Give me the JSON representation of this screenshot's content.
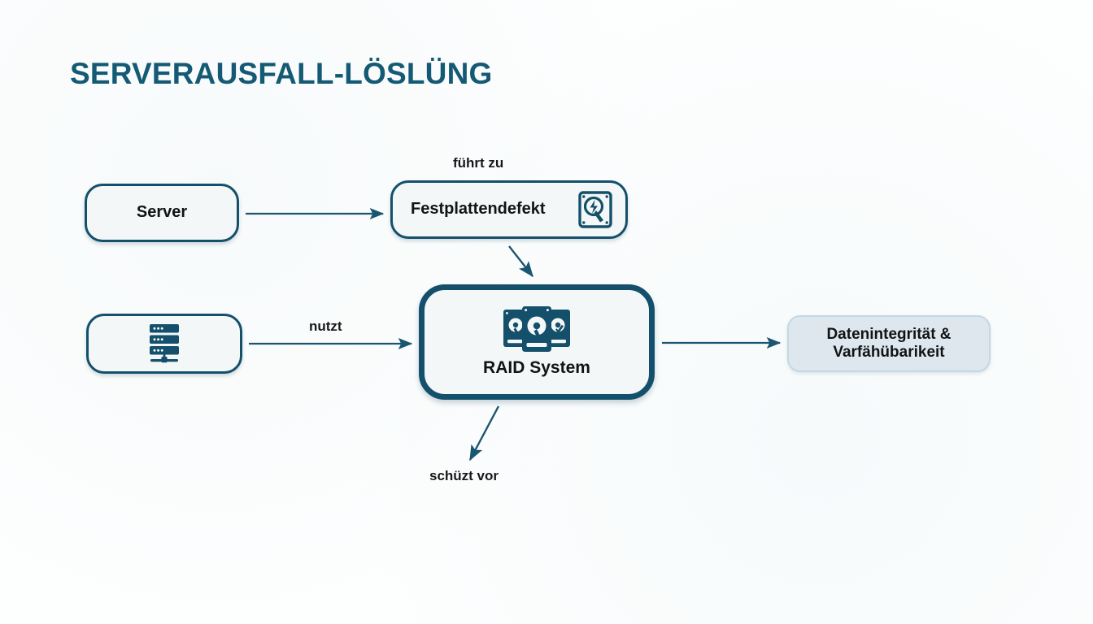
{
  "title": "SERVERAUSFALL-LÖSLÜNG",
  "colors": {
    "accent_dark_teal": "#14506b",
    "title_teal": "#155a74",
    "node_fill": "#f4f7f8",
    "outcome_fill": "#dde7ed",
    "outcome_border": "#c6d7e1",
    "text_dark": "#111315",
    "background": "#fdfefe"
  },
  "nodes": [
    {
      "id": "server",
      "label": "Server",
      "icon": ""
    },
    {
      "id": "disk_failure",
      "label": "Festplattendefekt",
      "icon": "hard-drive-failure-icon"
    },
    {
      "id": "server_rack",
      "label": "",
      "icon": "server-rack-icon"
    },
    {
      "id": "raid",
      "label": "RAID System",
      "icon": "raid-disks-icon"
    },
    {
      "id": "outcome",
      "label": "Datenintegrität & Varfähübarikeit",
      "label_line1": "Datenintegrität &",
      "label_line2": "Varfähübarikeit",
      "icon": ""
    }
  ],
  "edges": [
    {
      "id": "server_to_disk_failure",
      "label": "führt zu",
      "from": "server",
      "to": "disk_failure"
    },
    {
      "id": "disk_failure_to_raid",
      "label": "",
      "from": "disk_failure",
      "to": "raid"
    },
    {
      "id": "rack_to_raid",
      "label": "nutzt",
      "from": "server_rack",
      "to": "raid"
    },
    {
      "id": "raid_to_outcome",
      "label": "",
      "from": "raid",
      "to": "outcome"
    },
    {
      "id": "raid_protects",
      "label": "schüzt vor",
      "from": "raid",
      "to": ""
    }
  ]
}
